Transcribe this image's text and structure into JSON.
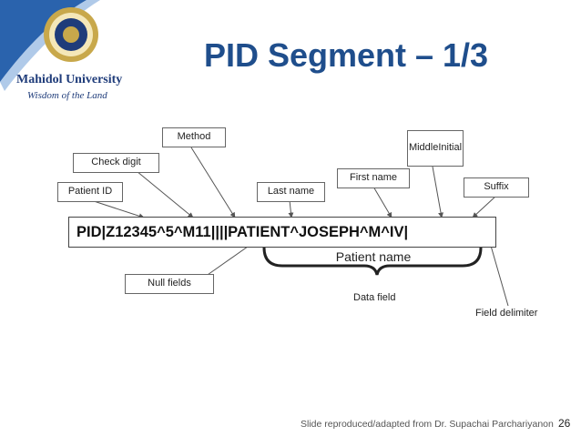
{
  "title": "PID Segment – 1/3",
  "university": {
    "name": "Mahidol University",
    "motto": "Wisdom of the Land"
  },
  "segment_text": "PID|Z12345^5^M11||||PATIENT^JOSEPH^M^IV|",
  "labels": {
    "method": "Method",
    "check_digit": "Check digit",
    "patient_id": "Patient ID",
    "last_name": "Last name",
    "first_name": "First name",
    "middle_initial_line1": "Middle",
    "middle_initial_line2": "Initial",
    "suffix": "Suffix",
    "patient_name": "Patient name",
    "null_fields": "Null fields",
    "data_field": "Data field",
    "field_delimiter": "Field delimiter"
  },
  "footer": {
    "credit": "Slide reproduced/adapted from Dr. Supachai Parchariyanon",
    "page_number": "26"
  },
  "colors": {
    "title": "#1f4e8c",
    "corner_blue": "#2a63ad",
    "logo_gold": "#c8a84b"
  }
}
